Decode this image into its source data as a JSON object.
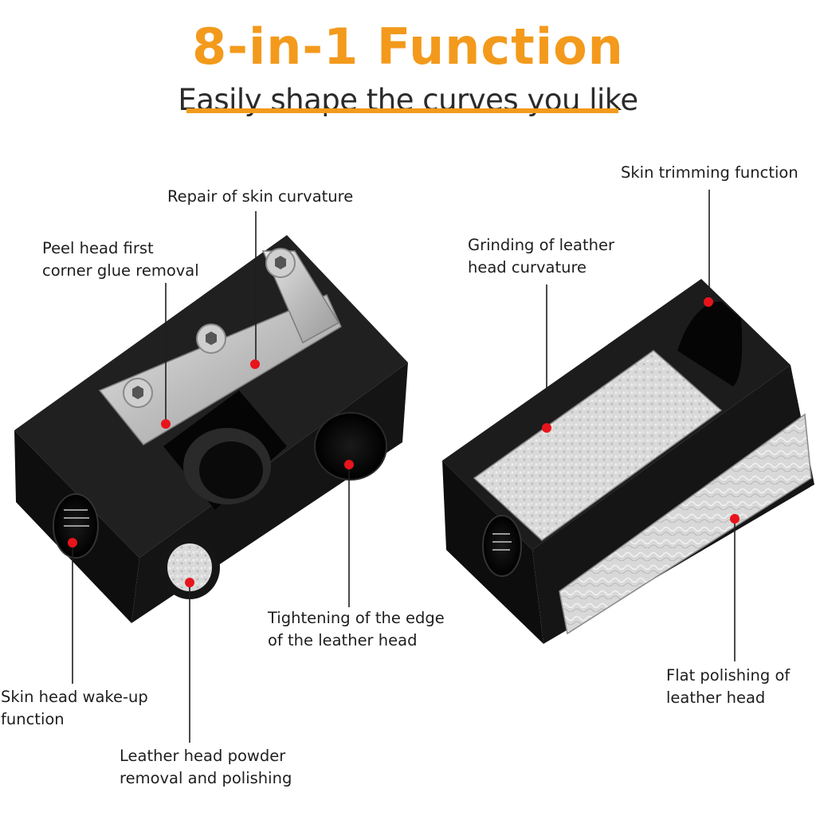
{
  "header": {
    "title": "8-in-1 Function",
    "subtitle": "Easily shape the curves you like"
  },
  "colors": {
    "accent": "#f39a1c",
    "marker": "#e8141b",
    "body": "#111111",
    "metal": "#cfcfcf"
  },
  "callouts": {
    "repair_curvature": "Repair of skin curvature",
    "peel_head": [
      "Peel head first",
      "corner glue removal"
    ],
    "skin_trimming": "Skin trimming function",
    "grinding": [
      "Grinding of leather",
      "head curvature"
    ],
    "tightening": [
      "Tightening of the edge",
      "of the leather head"
    ],
    "flat_polishing": [
      "Flat polishing of",
      "leather head"
    ],
    "wake_up": [
      "Skin head wake-up",
      "function"
    ],
    "powder_removal": [
      "Leather head powder",
      "removal and polishing"
    ]
  }
}
